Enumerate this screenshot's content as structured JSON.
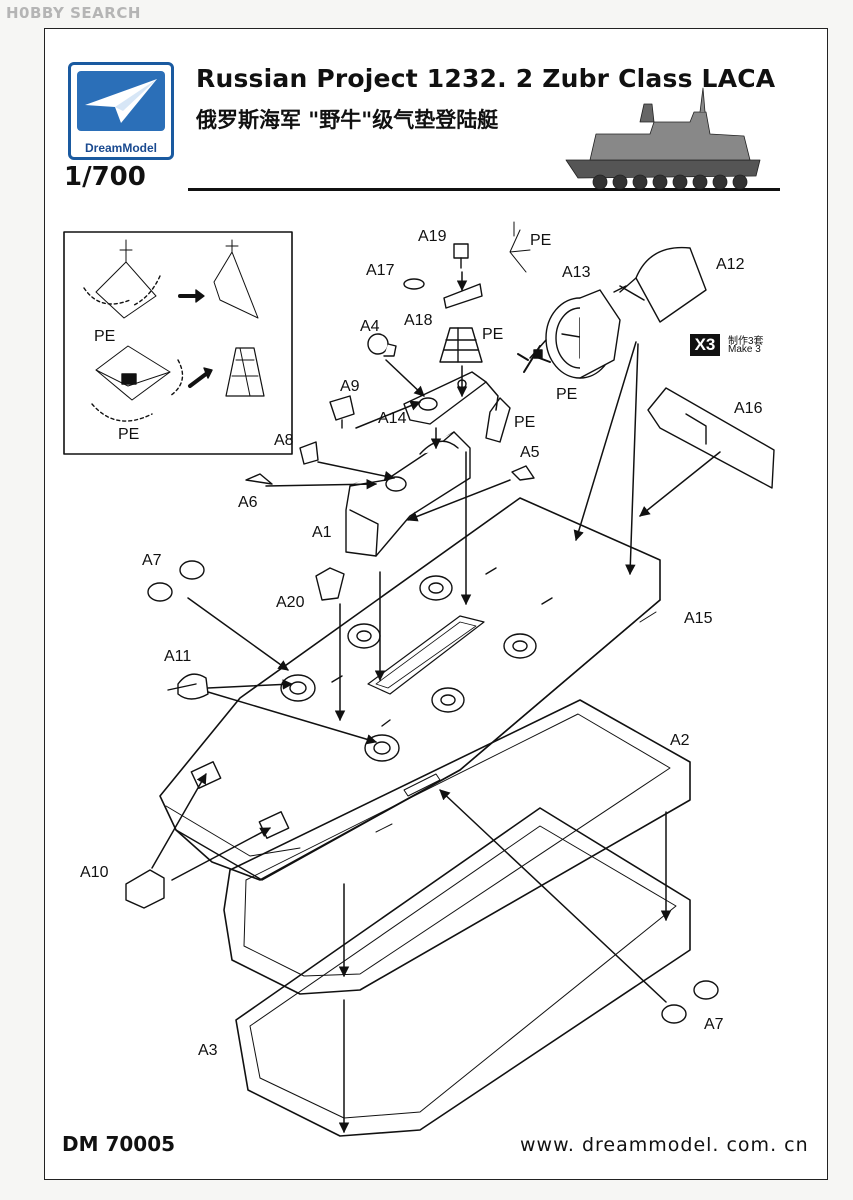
{
  "watermark": "H0BBY SEARCH",
  "logo": {
    "text": "DreamModel",
    "color": "#1a5aa0"
  },
  "title": {
    "english": "Russian Project 1232. 2 Zubr Class LACA",
    "chinese": "俄罗斯海军 \"野牛\"级气垫登陆艇"
  },
  "scale": "1/700",
  "make_badge": {
    "count": "X3",
    "chinese": "制作3套",
    "english": "Make 3"
  },
  "labels": {
    "a19": "A19",
    "pe_mast": "PE",
    "a17": "A17",
    "a18": "A18",
    "a13": "A13",
    "a12": "A12",
    "a4": "A4",
    "pe_tower": "PE",
    "a9": "A9",
    "a14": "A14",
    "pe_rail": "PE",
    "pe_prop": "PE",
    "a16": "A16",
    "a8": "A8",
    "a5": "A5",
    "a6": "A6",
    "a1": "A1",
    "a7_top": "A7",
    "a20": "A20",
    "a15": "A15",
    "a11": "A11",
    "a2": "A2",
    "a10": "A10",
    "a3": "A3",
    "a7_bottom": "A7",
    "inset_pe1": "PE",
    "inset_pe2": "PE"
  },
  "footer": {
    "code": "DM 70005",
    "url": "www. dreammodel. com. cn"
  }
}
